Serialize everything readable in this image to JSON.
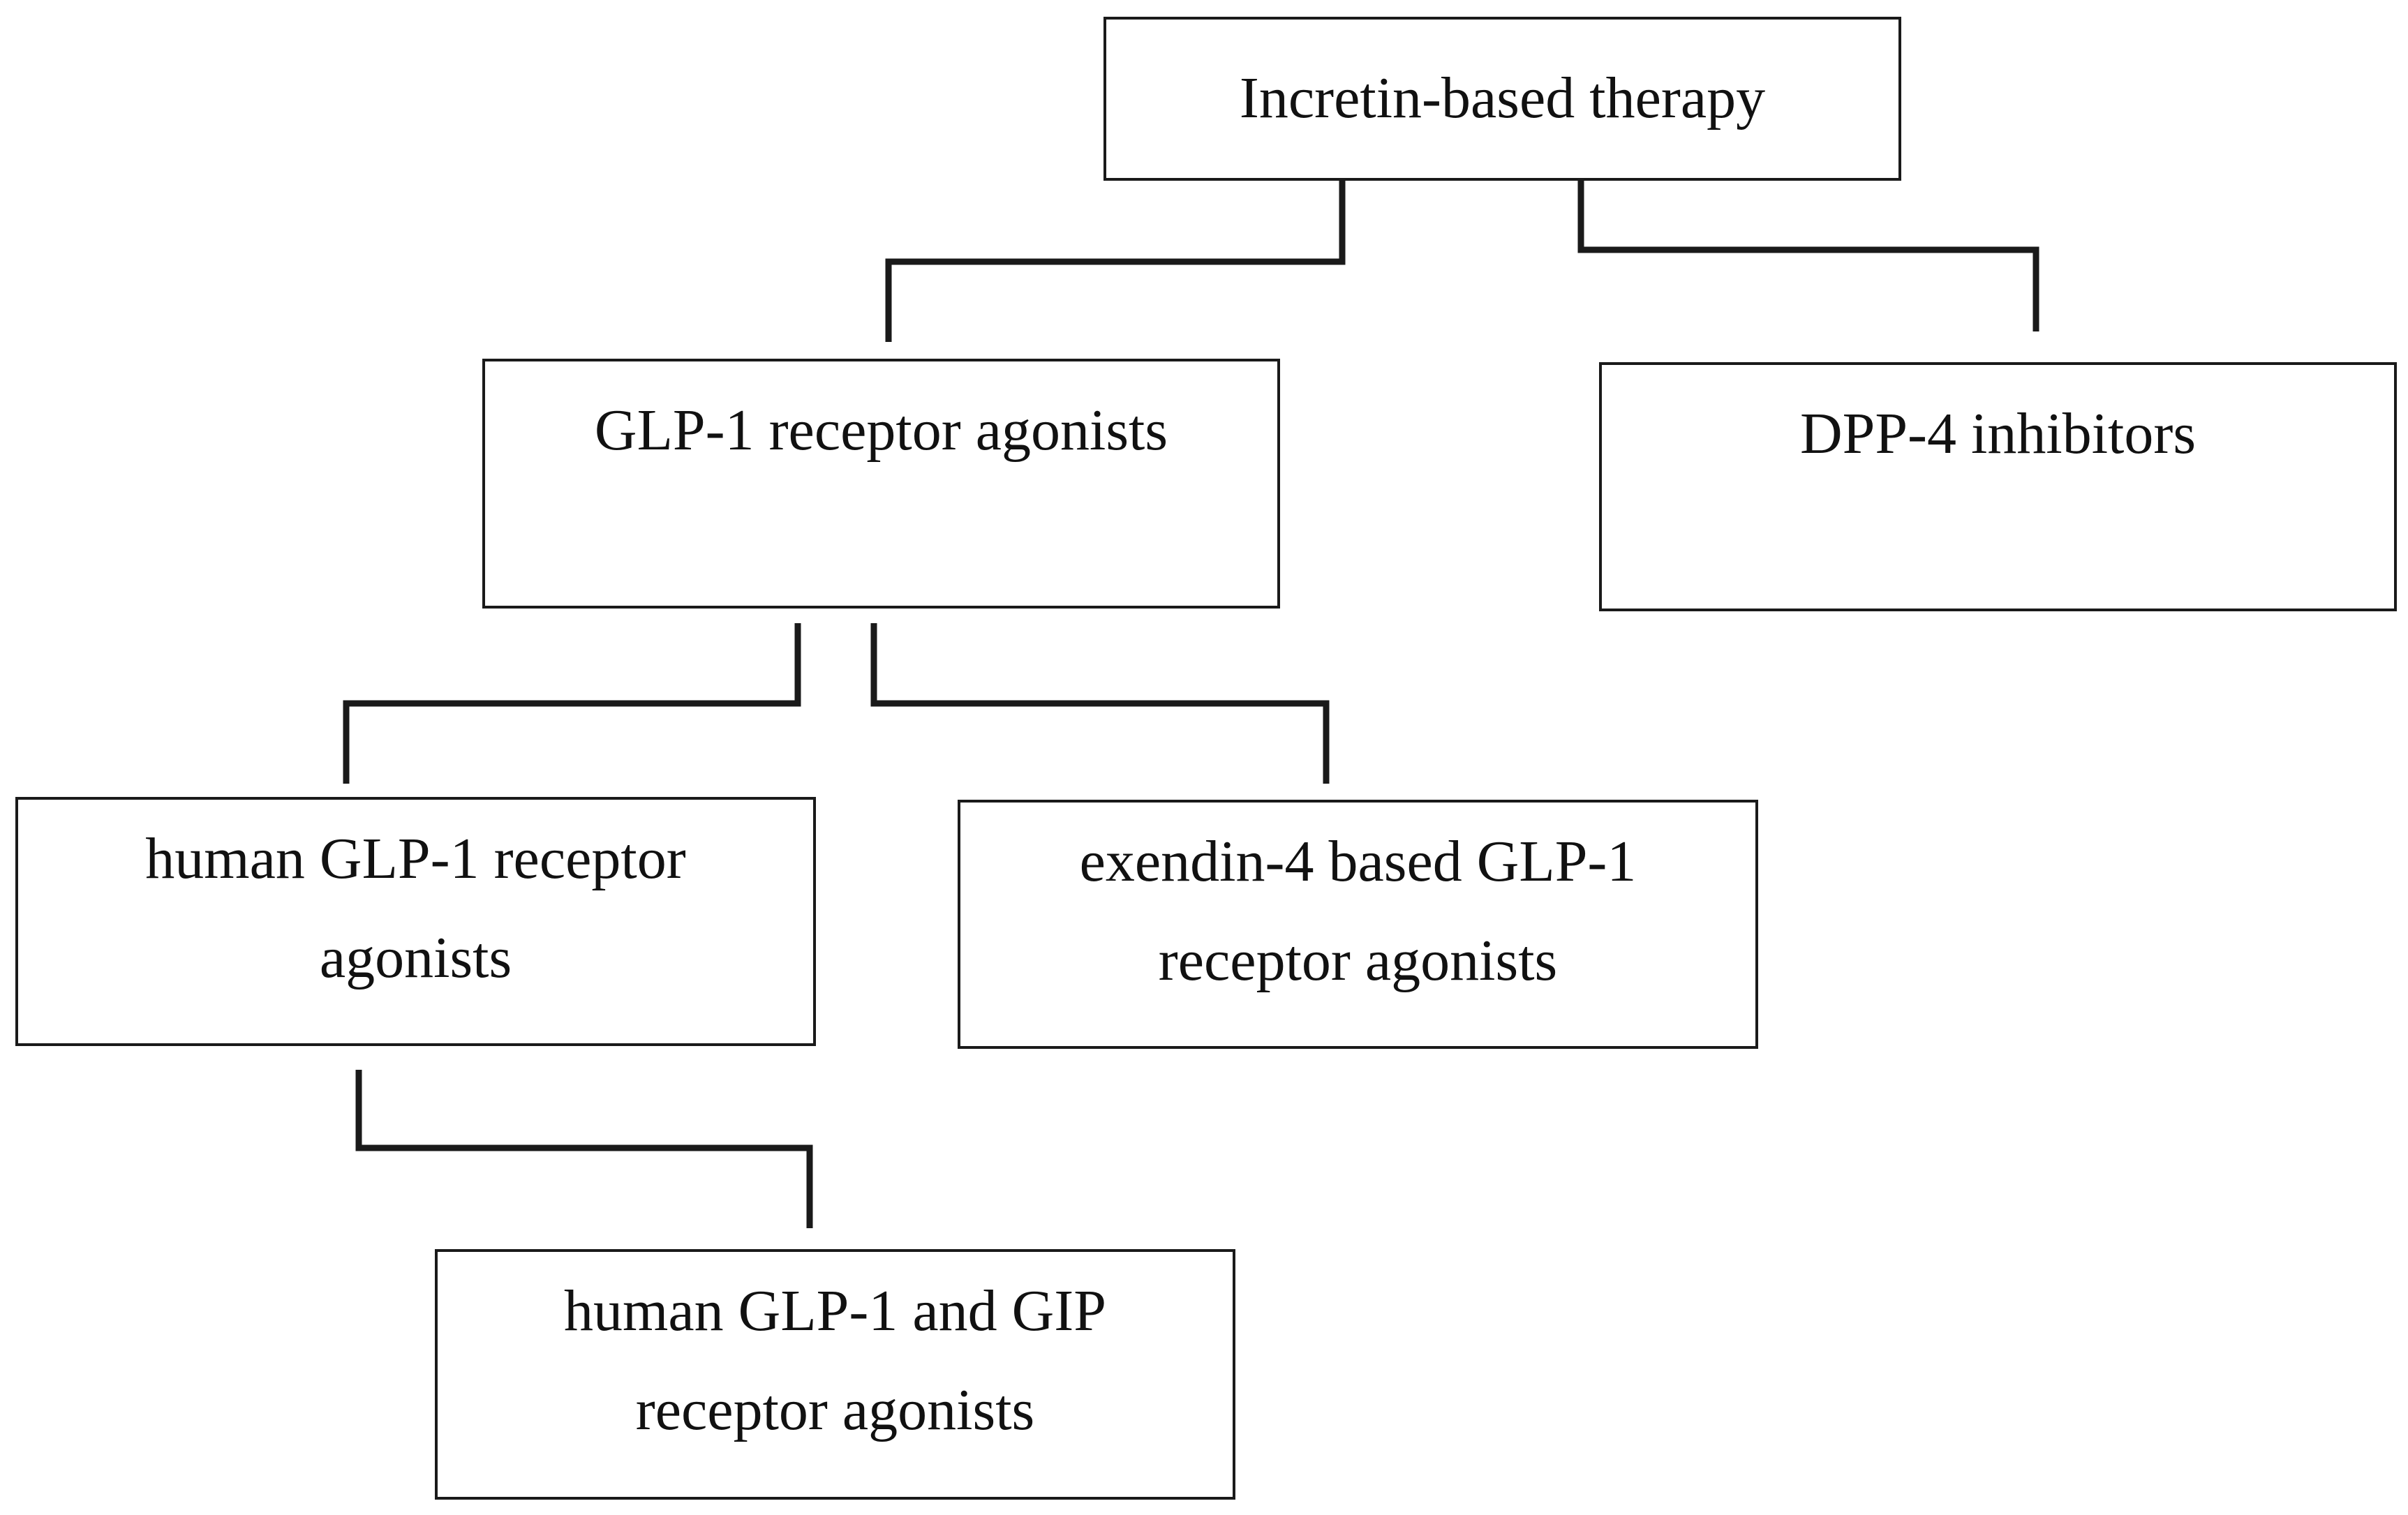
{
  "diagram": {
    "nodes": {
      "incretin": {
        "lines": [
          "Incretin-based therapy"
        ]
      },
      "glp1_ra": {
        "lines": [
          "GLP-1 receptor agonists"
        ]
      },
      "dpp4": {
        "lines": [
          "DPP-4 inhibitors"
        ]
      },
      "human_glp1": {
        "lines": [
          "human GLP-1 receptor",
          "agonists"
        ]
      },
      "exendin": {
        "lines": [
          "exendin-4 based GLP-1",
          "receptor agonists"
        ]
      },
      "dual": {
        "lines": [
          "human GLP-1 and GIP",
          "receptor agonists"
        ]
      }
    },
    "edges": [
      {
        "from": "incretin",
        "to": "glp1_ra"
      },
      {
        "from": "incretin",
        "to": "dpp4"
      },
      {
        "from": "glp1_ra",
        "to": "human_glp1"
      },
      {
        "from": "glp1_ra",
        "to": "exendin"
      },
      {
        "from": "human_glp1",
        "to": "dual"
      }
    ]
  }
}
